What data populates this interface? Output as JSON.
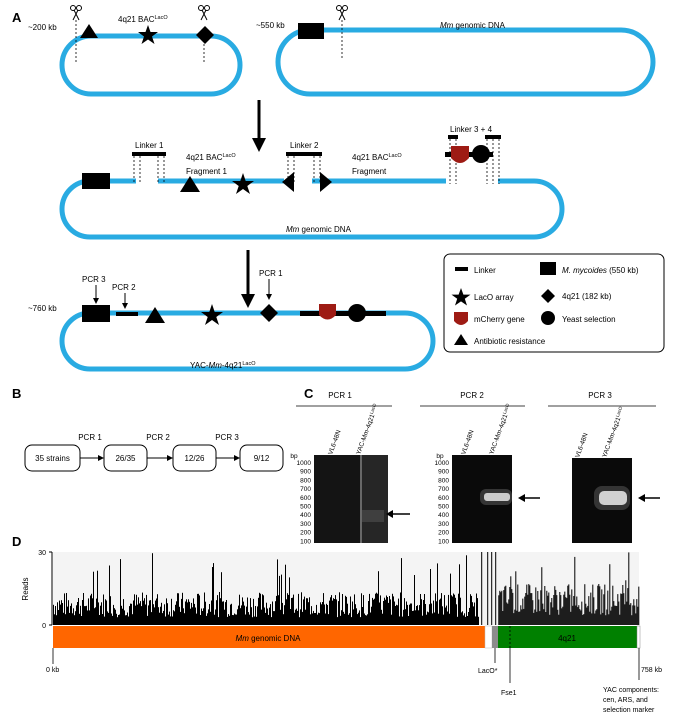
{
  "panels": {
    "A": "A",
    "B": "B",
    "C": "C",
    "D": "D"
  },
  "panel_a": {
    "top_left": {
      "size": "~200 kb",
      "bac_label": "4q21 BAC",
      "bac_sup": "LacO"
    },
    "top_right": {
      "size": "~550 kb",
      "genome_label_em": "Mm",
      "genome_label_rest": " genomic DNA"
    },
    "middle": {
      "linker1": "Linker 1",
      "linker2": "Linker 2",
      "linker34": "Linker 3 + 4",
      "frag1_line1": "4q21 BAC",
      "frag1_sup": "LacO",
      "frag1_line2": "Fragment 1",
      "frag2_line1": "4q21 BAC",
      "frag2_sup": "LacO",
      "frag2_line2": "Fragment",
      "genome_em": "Mm",
      "genome_rest": " genomic DNA"
    },
    "bottom": {
      "size": "~760 kb",
      "pcr3": "PCR 3",
      "pcr2": "PCR 2",
      "pcr1": "PCR 1",
      "yac_pre": "YAC-",
      "yac_em": "Mm",
      "yac_post": "-4q21",
      "yac_sup": "LacO"
    },
    "legend": {
      "linker": "Linker",
      "mm_em": "M. mycoides",
      "mm_rest": " (550 kb)",
      "laco": "LacO array",
      "q21": "4q21 (182 kb)",
      "mcherry": "mCherry gene",
      "yeast": "Yeast selection",
      "antibiotic": "Antibiotic resistance"
    }
  },
  "panel_b": {
    "boxes": [
      "35 strains",
      "26/35",
      "12/26",
      "9/12"
    ],
    "arrows": [
      "PCR 1",
      "PCR 2",
      "PCR 3"
    ]
  },
  "panel_c": {
    "gels": [
      {
        "title": "PCR 1",
        "lanes": [
          "VL6-48N",
          "YAC-Mm-4q21"
        ]
      },
      {
        "title": "PCR 2",
        "lanes": [
          "VL6-48N",
          "YAC-Mm-4q21"
        ]
      },
      {
        "title": "PCR 3",
        "lanes": [
          "VL6-48N",
          "YAC-Mm-4q21"
        ]
      }
    ],
    "lane_sup": "LacO",
    "bp_label": "bp",
    "ladder": [
      "1000",
      "900",
      "800",
      "700",
      "600",
      "500",
      "400",
      "300",
      "200",
      "100"
    ]
  },
  "panel_d": {
    "ylabel": "Reads",
    "ytick_top": "30",
    "ytick_bottom": "0",
    "bar_mm_em": "Mm",
    "bar_mm_rest": " genomic DNA",
    "bar_4q21": "4q21",
    "x_start": "0 kb",
    "x_end": "758 kb",
    "laco": "LacO*",
    "fse": "Fse1",
    "yac_note_1": "YAC components:",
    "yac_note_2": "cen, ARS, and",
    "yac_note_3": "selection marker",
    "colors": {
      "mm": "#ff6600",
      "q21": "#008000",
      "plasmid": "#29abe2",
      "mcherry": "#9e1b14"
    }
  },
  "chart_data": {
    "type": "bar",
    "title": "",
    "xlabel": "",
    "ylabel": "Reads",
    "ylim": [
      0,
      30
    ],
    "xlim_kb": [
      0,
      758
    ],
    "regions": [
      {
        "name": "Mm genomic DNA",
        "start_kb": 0,
        "end_kb": 550
      },
      {
        "name": "4q21",
        "start_kb": 576,
        "end_kb": 758
      }
    ],
    "coverage_profile": [
      {
        "start_kb": 0,
        "end_kb": 550,
        "typical_reads": 8,
        "max_reads": 30
      },
      {
        "start_kb": 550,
        "end_kb": 576,
        "typical_reads": 2,
        "max_reads": 30
      },
      {
        "start_kb": 576,
        "end_kb": 758,
        "typical_reads": 10,
        "max_reads": 30
      }
    ]
  }
}
